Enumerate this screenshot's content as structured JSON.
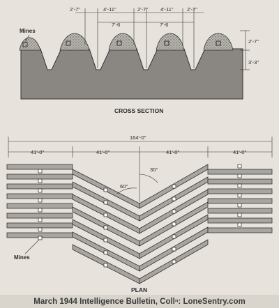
{
  "cross_section": {
    "title": "CROSS SECTION",
    "mines_label": "Mines",
    "dim_2_7": "2'-7\"",
    "dim_4_11": "4'-11\"",
    "dim_7_6": "7'-6",
    "dim_height": "2'-7\"",
    "dim_depth": "3'-3\""
  },
  "plan": {
    "title": "PLAN",
    "total_length": "164'-0\"",
    "segment_length": "41'-0\"",
    "angle_left": "60°",
    "angle_right": "30°",
    "mines_label": "Mines"
  },
  "credit": "March 1944 Intelligence Bulletin, Collⁿ: LoneSentry.com",
  "colors": {
    "paper": "#e7e3dc",
    "ground": "#8a8782",
    "mound": "#a9a6a1",
    "ink": "#2a2a2a"
  }
}
